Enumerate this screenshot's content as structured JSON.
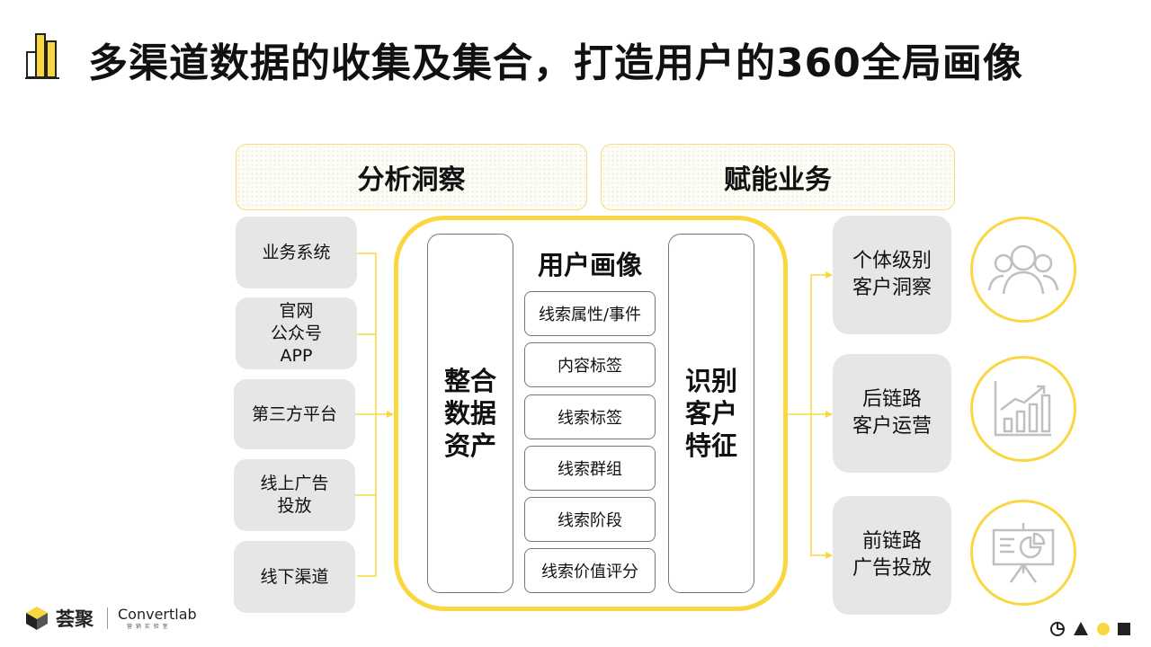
{
  "title": "多渠道数据的收集及集合，打造用户的360全局画像",
  "top_boxes": {
    "left": "分析洞察",
    "right": "赋能业务"
  },
  "sources": [
    "业务系统",
    "官网\n公众号\nAPP",
    "第三方平台",
    "线上广告\n投放",
    "线下渠道"
  ],
  "center": {
    "left_column": "整合\n数据\n资产",
    "heading": "用户画像",
    "tags": [
      "线索属性/事件",
      "内容标签",
      "线索标签",
      "线索群组",
      "线索阶段",
      "线索价值评分"
    ],
    "right_column": "识别\n客户\n特征"
  },
  "outputs": [
    "个体级别\n客户洞察",
    "后链路\n客户运营",
    "前链路\n广告投放"
  ],
  "output_icons": [
    "users-icon",
    "growth-chart-icon",
    "presentation-board-icon"
  ],
  "footer": {
    "logo_cn": "荟聚",
    "logo_en": "Convertlab",
    "logo_sub": "营 销 实 验 室"
  },
  "colors": {
    "accent": "#fad740",
    "box_gray": "#e6e6e6",
    "border_gray": "#777777",
    "icon_gray": "#bfbfbf",
    "text": "#111111"
  }
}
